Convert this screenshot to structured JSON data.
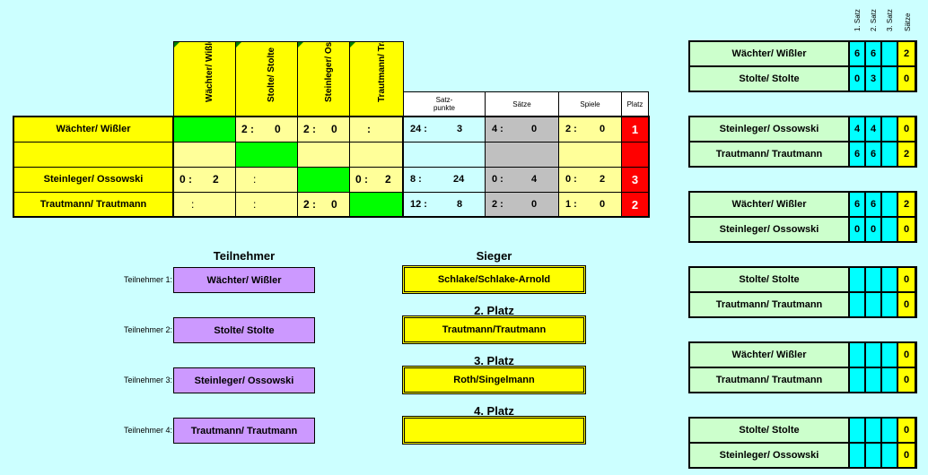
{
  "matrix": {
    "col_headers": [
      "Wächter/ Wißler",
      "Stolte/ Stolte",
      "Steinleger/ Ossowski",
      "Trautmann/ Trautmann"
    ],
    "stat_headers": {
      "satzpunkte": "Satz-\npunkte",
      "saetze": "Sätze",
      "spiele": "Spiele",
      "platz": "Platz"
    },
    "rows": [
      {
        "team": "Wächter/ Wißler",
        "cells": [
          [
            "",
            ""
          ],
          [
            "2 :",
            "0"
          ],
          [
            "2 :",
            "0"
          ],
          [
            ":",
            ""
          ]
        ],
        "satzpunkte": [
          "24 :",
          "3"
        ],
        "saetze": [
          "4 :",
          "0"
        ],
        "spiele": [
          "2 :",
          "0"
        ],
        "platz": "1"
      },
      {
        "team": "",
        "cells": [
          [
            "",
            ""
          ],
          [
            "",
            ""
          ],
          [
            "",
            ""
          ],
          [
            "",
            ""
          ]
        ],
        "satzpunkte": [
          "",
          ""
        ],
        "saetze": [
          "",
          ""
        ],
        "spiele": [
          "",
          ""
        ],
        "platz": ""
      },
      {
        "team": "Steinleger/ Ossowski",
        "cells": [
          [
            "0 :",
            "2"
          ],
          [
            ":",
            ""
          ],
          [
            "",
            ""
          ],
          [
            "0 :",
            "2"
          ]
        ],
        "satzpunkte": [
          "8 :",
          "24"
        ],
        "saetze": [
          "0 :",
          "4"
        ],
        "spiele": [
          "0 :",
          "2"
        ],
        "platz": "3"
      },
      {
        "team": "Trautmann/ Trautmann",
        "cells": [
          [
            ":",
            ""
          ],
          [
            ":",
            ""
          ],
          [
            "2 :",
            "0"
          ],
          [
            "",
            ""
          ]
        ],
        "satzpunkte": [
          "12 :",
          "8"
        ],
        "saetze": [
          "2 :",
          "0"
        ],
        "spiele": [
          "1 :",
          "0"
        ],
        "platz": "2"
      }
    ]
  },
  "teilnehmer": {
    "title": "Teilnehmer",
    "items": [
      {
        "label": "Teilnehmer 1:",
        "name": "Wächter/ Wißler"
      },
      {
        "label": "Teilnehmer 2:",
        "name": "Stolte/ Stolte"
      },
      {
        "label": "Teilnehmer 3:",
        "name": "Steinleger/ Ossowski"
      },
      {
        "label": "Teilnehmer 4:",
        "name": "Trautmann/ Trautmann"
      }
    ]
  },
  "results": {
    "sieger_title": "Sieger",
    "sieger": "Schlake/Schlake-Arnold",
    "platz2_title": "2. Platz",
    "platz2": "Trautmann/Trautmann",
    "platz3_title": "3. Platz",
    "platz3": "Roth/Singelmann",
    "platz4_title": "4. Platz",
    "platz4": ""
  },
  "matches": {
    "headers": [
      "1. Satz",
      "2. Satz",
      "3. Satz",
      "Sätze"
    ],
    "items": [
      {
        "a": {
          "name": "Wächter/ Wißler",
          "s1": "6",
          "s2": "6",
          "s3": "",
          "saetze": "2"
        },
        "b": {
          "name": "Stolte/ Stolte",
          "s1": "0",
          "s2": "3",
          "s3": "",
          "saetze": "0"
        }
      },
      {
        "a": {
          "name": "Steinleger/ Ossowski",
          "s1": "4",
          "s2": "4",
          "s3": "",
          "saetze": "0"
        },
        "b": {
          "name": "Trautmann/ Trautmann",
          "s1": "6",
          "s2": "6",
          "s3": "",
          "saetze": "2"
        }
      },
      {
        "a": {
          "name": "Wächter/ Wißler",
          "s1": "6",
          "s2": "6",
          "s3": "",
          "saetze": "2"
        },
        "b": {
          "name": "Steinleger/ Ossowski",
          "s1": "0",
          "s2": "0",
          "s3": "",
          "saetze": "0"
        }
      },
      {
        "a": {
          "name": "Stolte/ Stolte",
          "s1": "",
          "s2": "",
          "s3": "",
          "saetze": "0"
        },
        "b": {
          "name": "Trautmann/ Trautmann",
          "s1": "",
          "s2": "",
          "s3": "",
          "saetze": "0"
        }
      },
      {
        "a": {
          "name": "Wächter/ Wißler",
          "s1": "",
          "s2": "",
          "s3": "",
          "saetze": "0"
        },
        "b": {
          "name": "Trautmann/ Trautmann",
          "s1": "",
          "s2": "",
          "s3": "",
          "saetze": "0"
        }
      },
      {
        "a": {
          "name": "Stolte/ Stolte",
          "s1": "",
          "s2": "",
          "s3": "",
          "saetze": "0"
        },
        "b": {
          "name": "Steinleger/ Ossowski",
          "s1": "",
          "s2": "",
          "s3": "",
          "saetze": "0"
        }
      }
    ]
  }
}
